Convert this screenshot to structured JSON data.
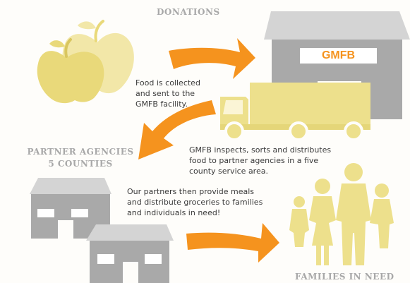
{
  "headings": {
    "donations": "DONATIONS",
    "partner_line1": "PARTNER AGENCIES",
    "partner_line2": "5 COUNTIES",
    "families": "FAMILIES IN NEED"
  },
  "building_label": "GMFB",
  "steps": {
    "collected": "Food is collected and sent to the GMFB facility.",
    "inspects": "GMFB inspects, sorts and distributes food to partner agencies in a five county service area.",
    "partners": "Our partners then provide meals and distribute groceries to families and individuals in need!"
  },
  "colors": {
    "apple": "#e9d97a",
    "apple_light": "#f2e7a8",
    "arrow": "#f5931e",
    "building": "#a9a9a9",
    "roof": "#d4d4d4",
    "truck": "#ede08c",
    "family": "#ede08c",
    "heading": "#a8a8a8"
  },
  "icons": [
    "apples-icon",
    "warehouse-icon",
    "truck-icon",
    "house-icon",
    "family-icon",
    "arrow-icon"
  ]
}
